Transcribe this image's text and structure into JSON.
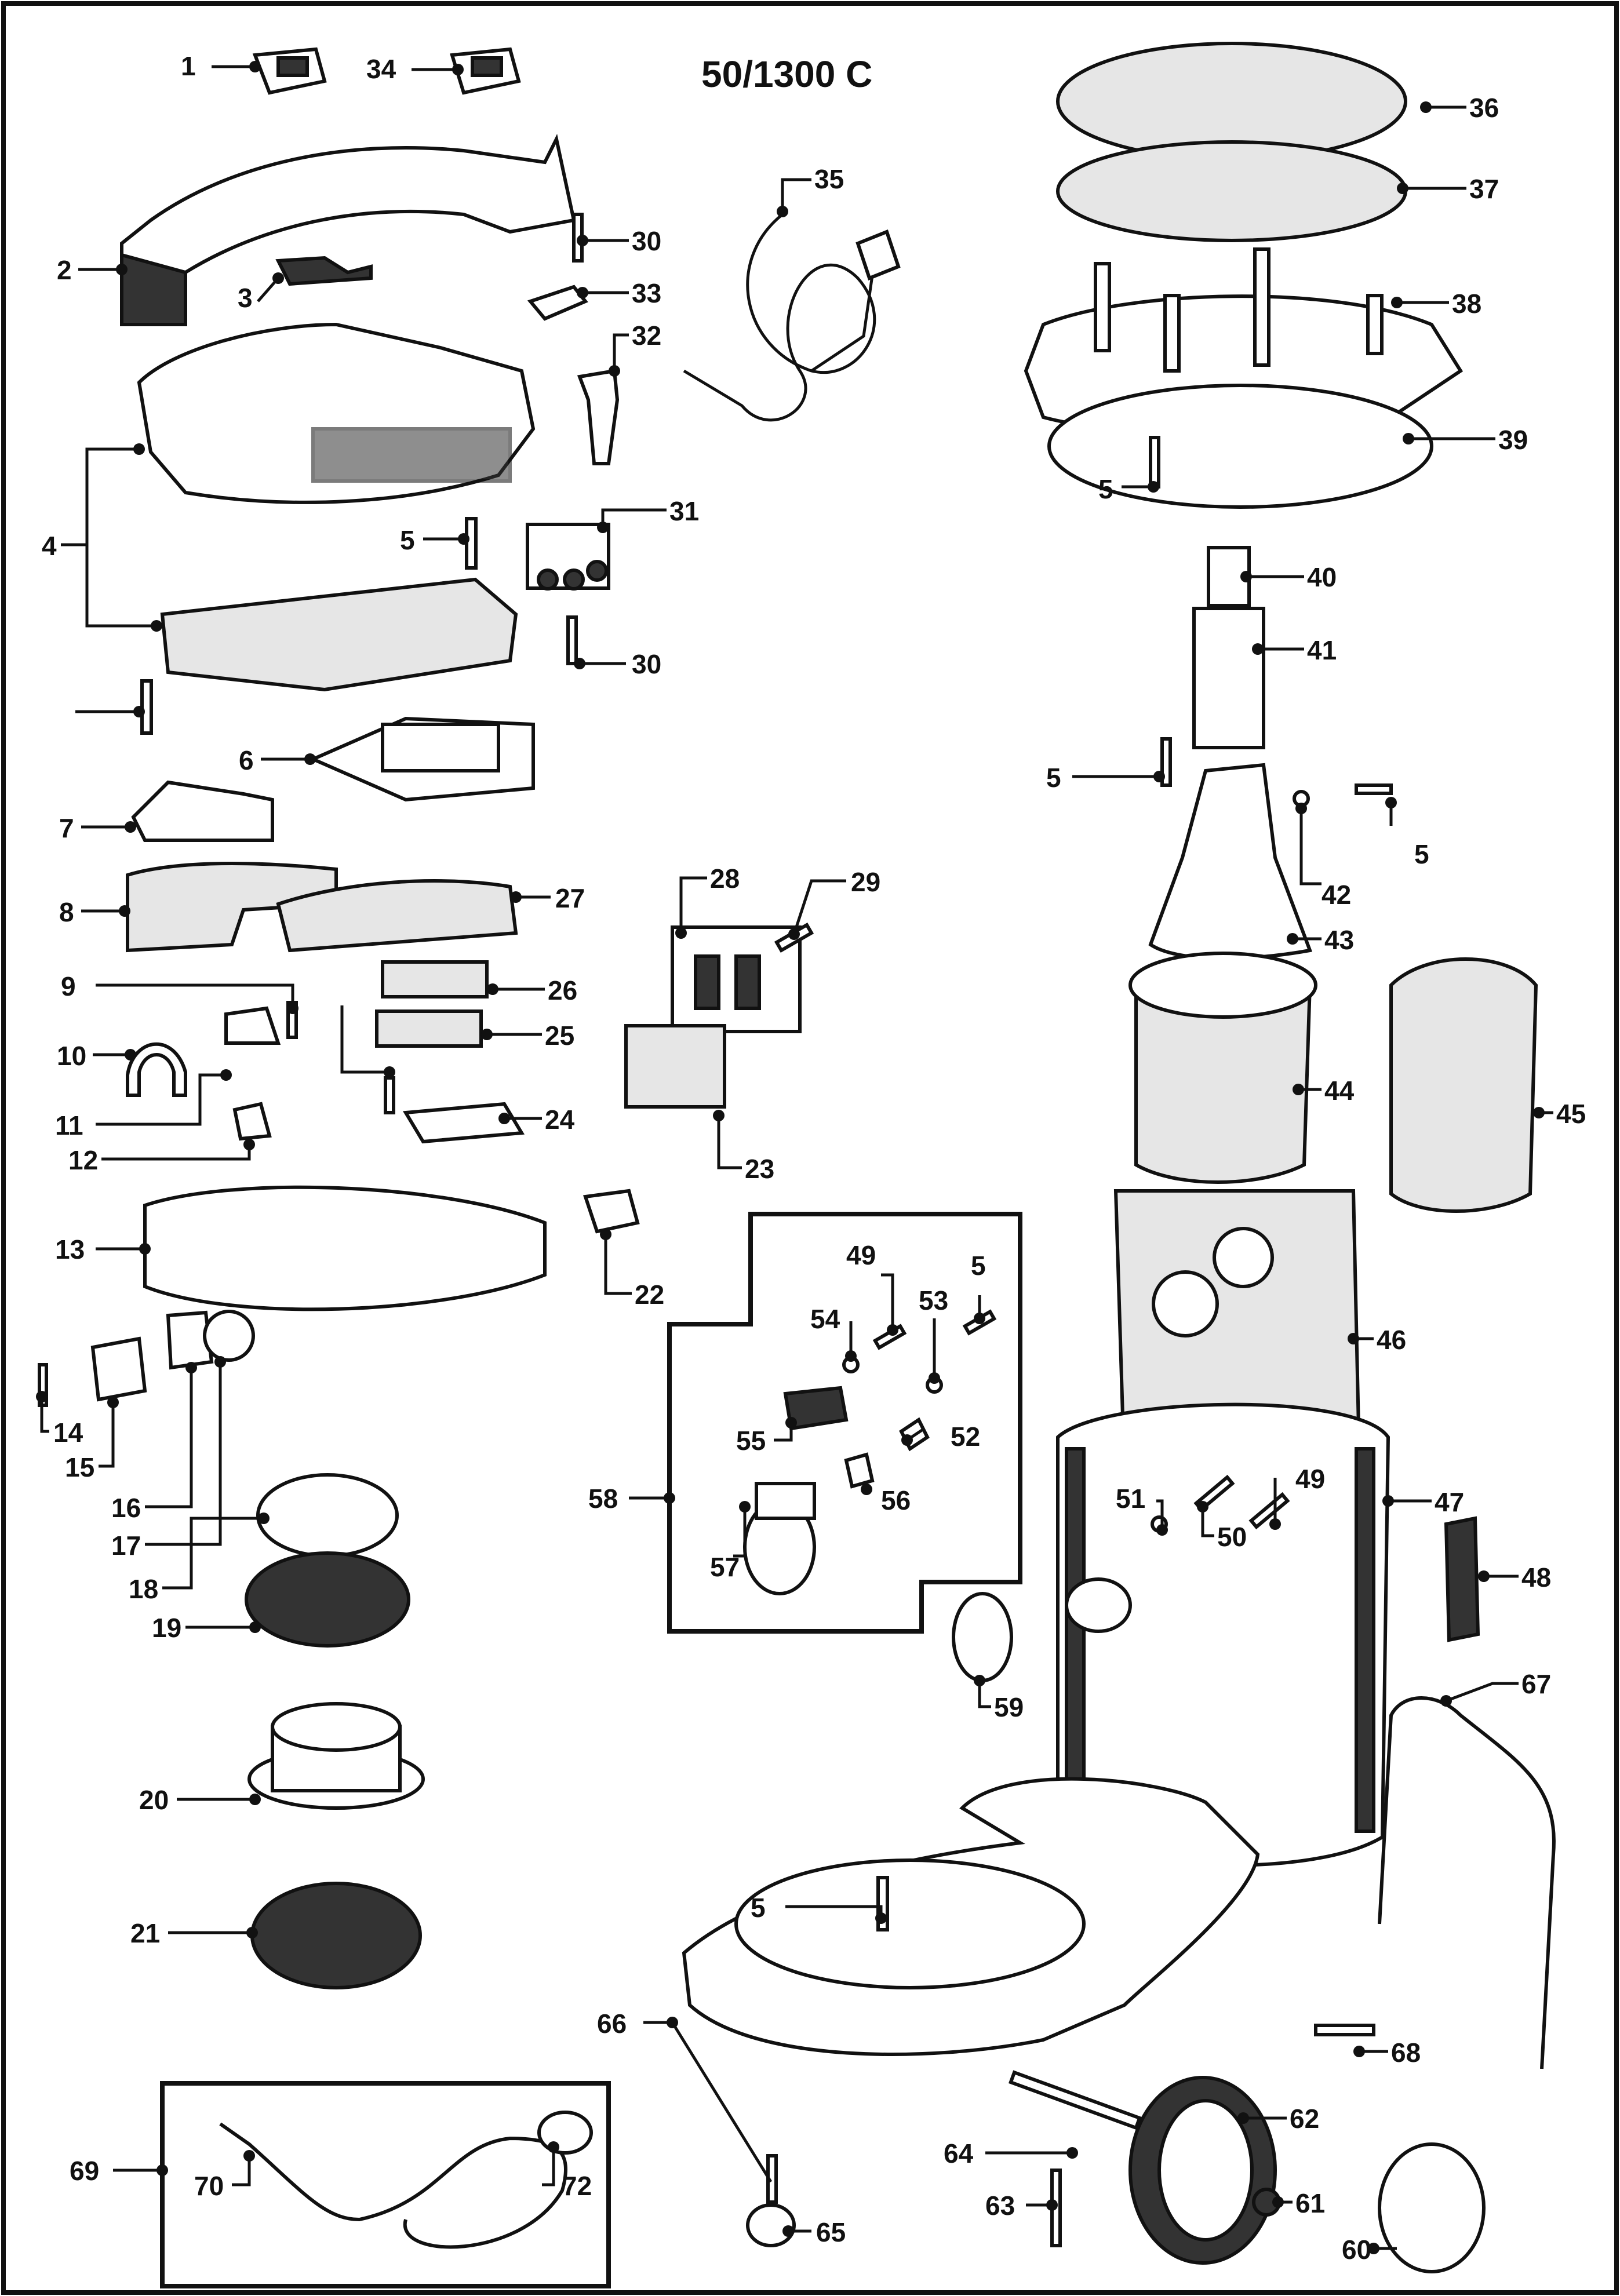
{
  "diagram": {
    "model_title": "50/1300 C",
    "callouts": [
      "1",
      "34",
      "2",
      "3",
      "30",
      "33",
      "32",
      "35",
      "36",
      "37",
      "38",
      "39",
      "4",
      "5",
      "31",
      "30",
      "5",
      "6",
      "7",
      "8",
      "27",
      "28",
      "29",
      "9",
      "26",
      "25",
      "10",
      "11",
      "24",
      "12",
      "23",
      "13",
      "22",
      "14",
      "15",
      "16",
      "17",
      "18",
      "19",
      "20",
      "21",
      "40",
      "41",
      "5",
      "5",
      "42",
      "43",
      "44",
      "45",
      "46",
      "47",
      "48",
      "49",
      "5",
      "54",
      "53",
      "55",
      "52",
      "56",
      "57",
      "58",
      "51",
      "50",
      "49",
      "59",
      "67",
      "5",
      "66",
      "68",
      "69",
      "70",
      "72",
      "65",
      "64",
      "63",
      "62",
      "61",
      "60"
    ]
  }
}
